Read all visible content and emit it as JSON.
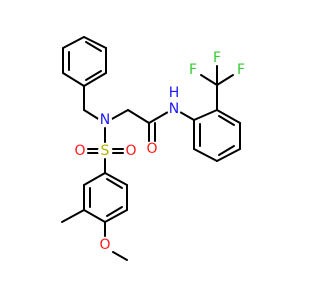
{
  "colors": {
    "background": "#ffffff",
    "carbon_bond": "#000000",
    "nitrogen": "#1a1aff",
    "oxygen": "#ff1a1a",
    "sulfur": "#b3b300",
    "fluorine": "#33cc33"
  },
  "atom_labels": {
    "sulfonamide_nitrogen": "N",
    "amide_nitrogen": "N",
    "amide_hydrogen": "H",
    "sulfur": "S",
    "sulfonyl_oxygen_left": "O",
    "sulfonyl_oxygen_right": "O",
    "carbonyl_oxygen": "O",
    "methoxy_oxygen": "O",
    "fluorine_top": "F",
    "fluorine_left": "F",
    "fluorine_right": "F"
  }
}
